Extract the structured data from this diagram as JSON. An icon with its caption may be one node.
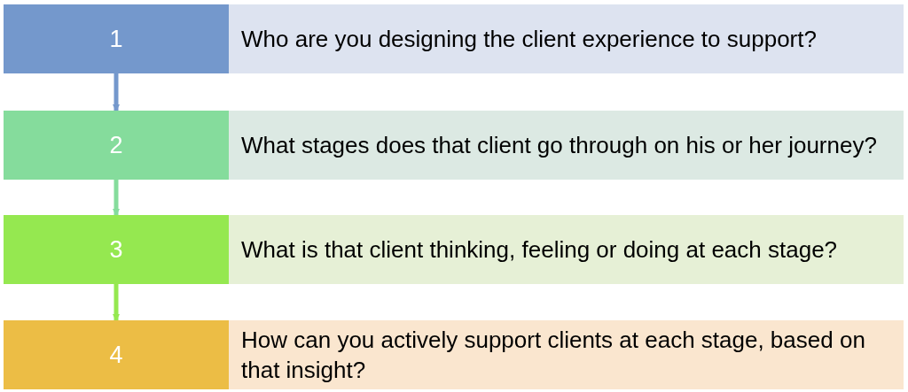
{
  "diagram": {
    "nodes": [
      {
        "text": [
          "1"
        ]
      },
      {
        "text": [
          "Who are you designing the client experience to support?"
        ]
      },
      {
        "text": [
          "2"
        ]
      },
      {
        "text": [
          "What stages does that client go through on his or her journey?"
        ]
      },
      {
        "text": [
          "3"
        ]
      },
      {
        "text": [
          "What is that client thinking, feeling or doing at each stage?"
        ]
      },
      {
        "text": [
          "4"
        ]
      },
      {
        "text": [
          "How can you actively support clients at each stage, based on that insight?"
        ]
      }
    ],
    "edges": [
      {
        "from": 0,
        "to": 2,
        "arrow": "to",
        "color": "#7498cc"
      },
      {
        "from": 2,
        "to": 4,
        "arrow": "to",
        "color": "#85dc9c"
      },
      {
        "from": 4,
        "to": 6,
        "arrow": "to",
        "color": "#95e850"
      }
    ]
  }
}
